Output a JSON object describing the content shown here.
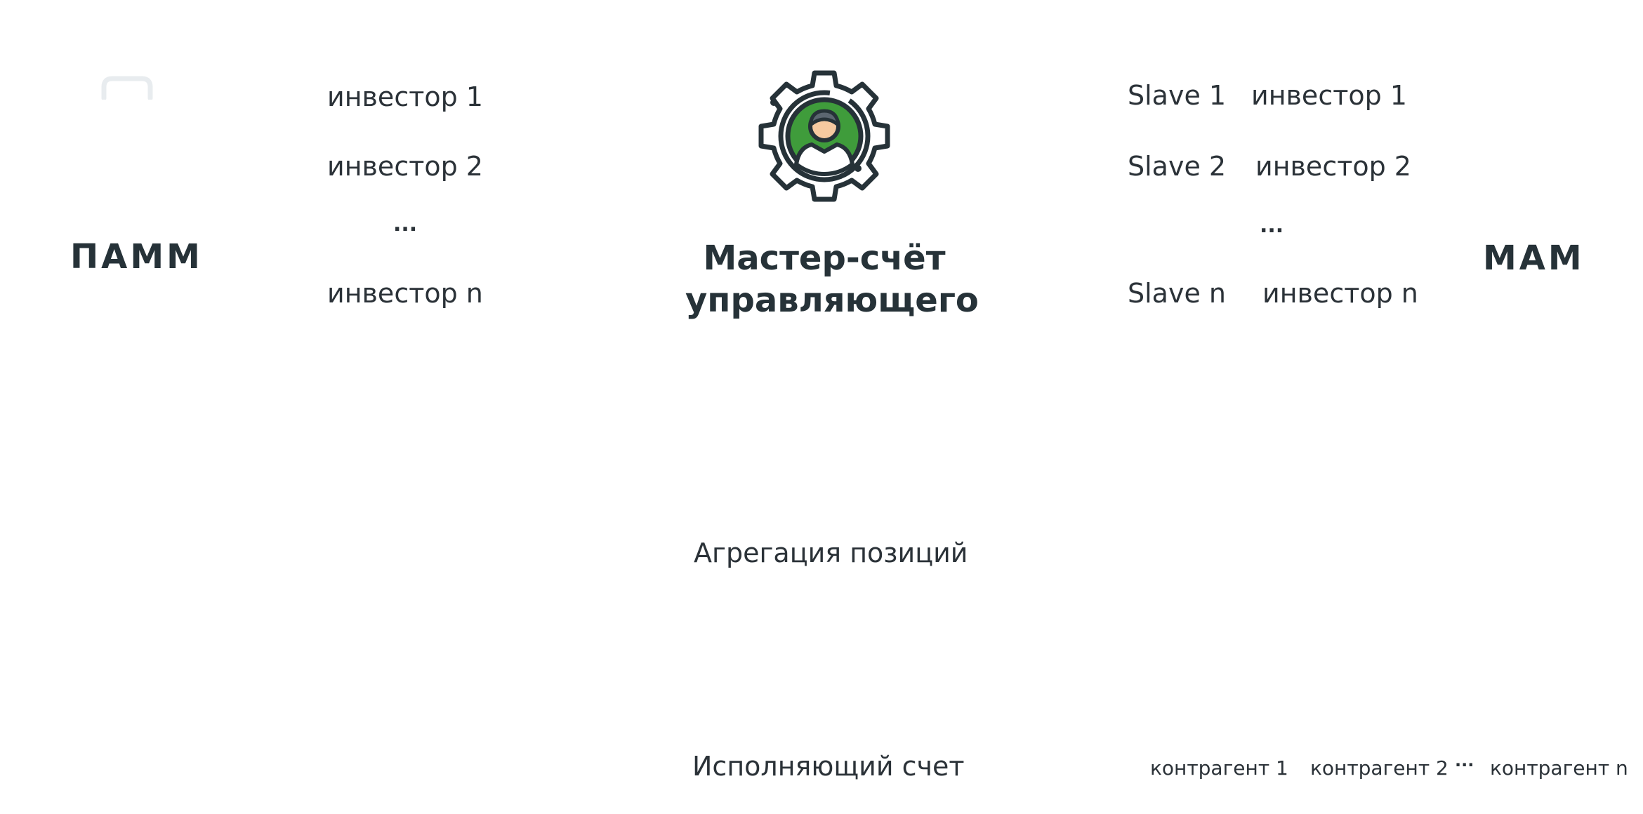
{
  "pamm": {
    "label": "ПАММ",
    "investors": [
      "инвестор 1",
      "инвестор 2",
      "инвестор n"
    ],
    "ellipsis": "..."
  },
  "master": {
    "line1": "Мастер-счёт",
    "line2": "управляющего",
    "icon": "gear-manager-icon"
  },
  "mam": {
    "label": "МАМ",
    "slaves": [
      "Slave 1",
      "Slave 2",
      "Slave n"
    ],
    "investors": [
      "инвестор 1",
      "инвестор 2",
      "инвестор n"
    ],
    "ellipsis": "..."
  },
  "aggregation": {
    "label": "Агрегация позиций"
  },
  "execution": {
    "label": "Исполняющий счет",
    "counterparties": [
      "контрагент 1",
      "контрагент 2",
      "контрагент n"
    ],
    "ellipsis": "..."
  },
  "colors": {
    "text": "#2b3238",
    "green": "#3f9c3b",
    "skin": "#f5c9a0",
    "hair": "#5b6670",
    "light_gray": "#e8ecef"
  }
}
